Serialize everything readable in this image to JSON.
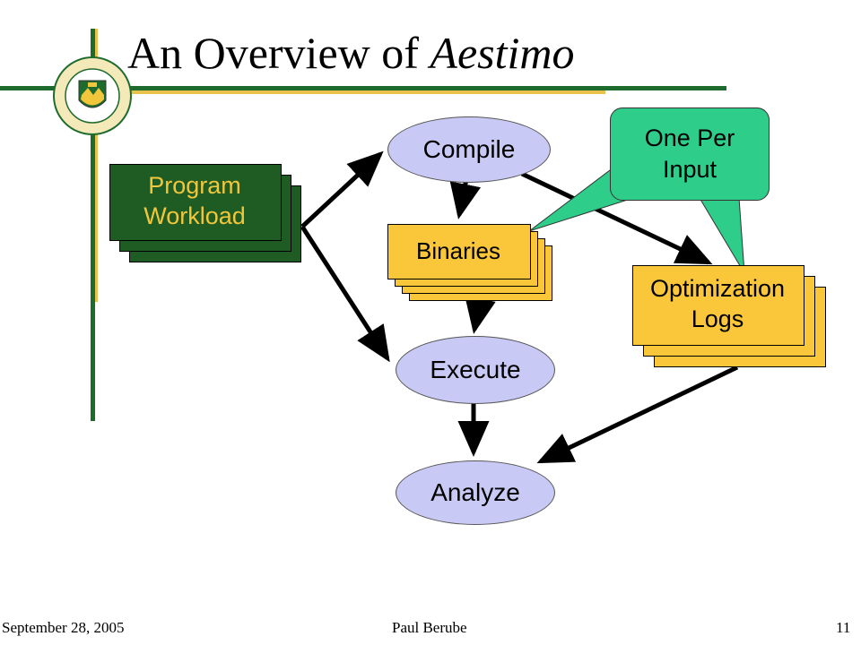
{
  "slide": {
    "title_plain": "An Overview of ",
    "title_italic": "Aestimo"
  },
  "nodes": {
    "workload": {
      "line1": "Program",
      "line2": "Workload"
    },
    "compile": "Compile",
    "binaries": "Binaries",
    "execute": "Execute",
    "analyze": "Analyze",
    "logs": {
      "line1": "Optimization",
      "line2": "Logs"
    }
  },
  "callout": {
    "line1": "One Per",
    "line2": "Input"
  },
  "footer": {
    "date": "September 28, 2005",
    "author": "Paul Berube",
    "page": "11"
  },
  "colors": {
    "frame_green": "#1e6b2e",
    "frame_gold": "#e8c24a",
    "workload_fill": "#1f5c24",
    "workload_text": "#f1c63a",
    "box_fill": "#fbc73a",
    "ellipse_fill": "#c9c9f5",
    "callout_fill": "#2ece8a"
  },
  "logo_icon": "university-crest-icon"
}
